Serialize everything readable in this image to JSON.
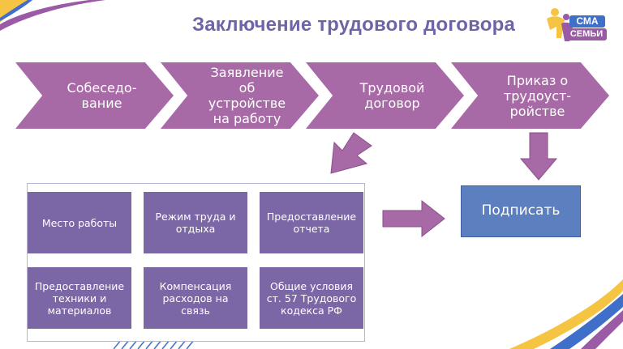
{
  "title": "Заключение трудового договора",
  "logo": {
    "line1": "СМА",
    "line2": "СЕМЬИ"
  },
  "steps": [
    "Собеседо-\nвание",
    "Заявление\nоб\nустройстве\nна работу",
    "Трудовой\nдоговор",
    "Приказ о\nтрудоуст-\nройстве"
  ],
  "conditions": [
    "Место работы",
    "Режим труда и\nотдыха",
    "Предоставление\nотчета",
    "Предоставление\nтехники и\nматериалов",
    "Компенсация\nрасходов на\nсвязь",
    "Общие условия\nст. 57 Трудового\nкодекса РФ"
  ],
  "sign_box": "Подписать",
  "colors": {
    "title": "#6f64a8",
    "chevron": "#a86aa6",
    "arrow": "#a86aa6",
    "condition_box": "#7b66a6",
    "sign_box": "#5b7fbf",
    "accent_yellow": "#f6c443",
    "accent_blue": "#3f6fc9",
    "accent_purple": "#9a5aa6"
  }
}
